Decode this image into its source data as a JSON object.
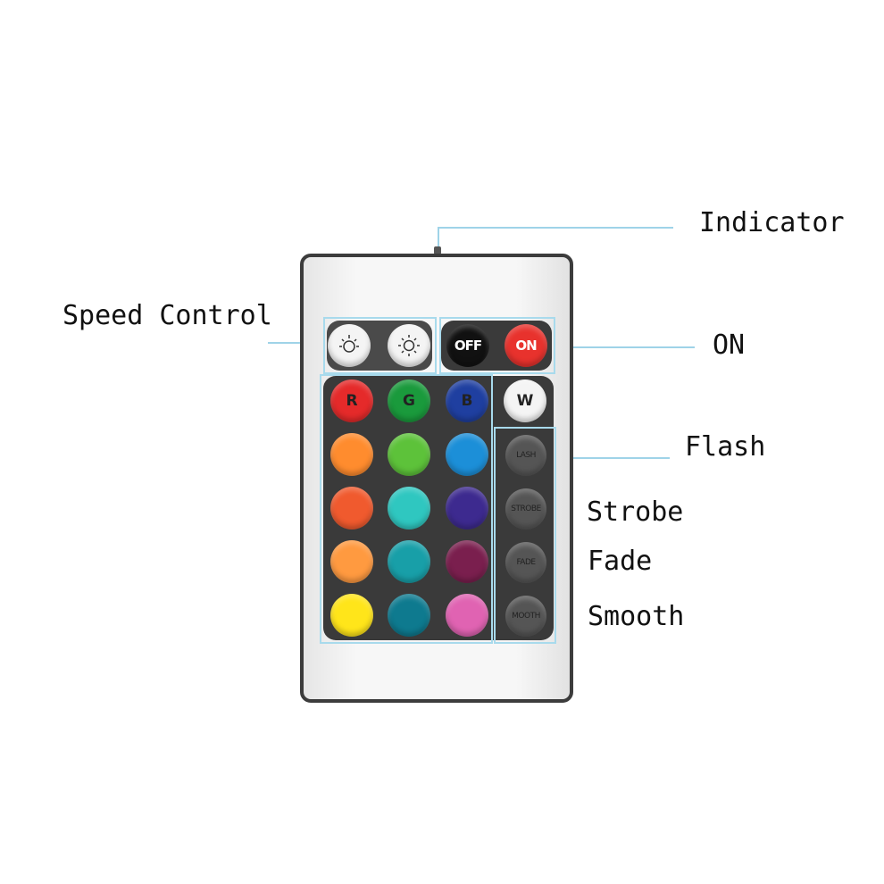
{
  "labels": {
    "indicator": "Indicator",
    "speed_control": "Speed Control",
    "on": "ON",
    "flash": "Flash",
    "strobe": "Strobe",
    "fade": "Fade",
    "smooth": "Smooth"
  },
  "buttons": {
    "speed": [
      {
        "name": "speed-down-button",
        "icon": "brightness-down-icon"
      },
      {
        "name": "speed-up-button",
        "icon": "brightness-up-icon"
      }
    ],
    "off_label": "OFF",
    "on_label": "ON",
    "r_label": "R",
    "g_label": "G",
    "b_label": "B",
    "w_label": "W",
    "flash_label": "LASH",
    "strobe_label": "STROBE",
    "fade_label": "FADE",
    "smooth_label": "MOOTH"
  },
  "colors": {
    "red": "#e52a2a",
    "green": "#1a9a3c",
    "blue": "#1f3fa0",
    "white": "#f4f4f4",
    "grid": [
      [
        "#ff8c2e",
        "#5dc23a",
        "#1c8fd8"
      ],
      [
        "#f05a2e",
        "#2fc7c0",
        "#3d2a8f"
      ],
      [
        "#ff9a40",
        "#189fa8",
        "#7a1f4e"
      ],
      [
        "#ffe51a",
        "#0e7a8f",
        "#e063b2"
      ]
    ],
    "highlight": "#a8daec",
    "panel": "#3a3a3a"
  }
}
